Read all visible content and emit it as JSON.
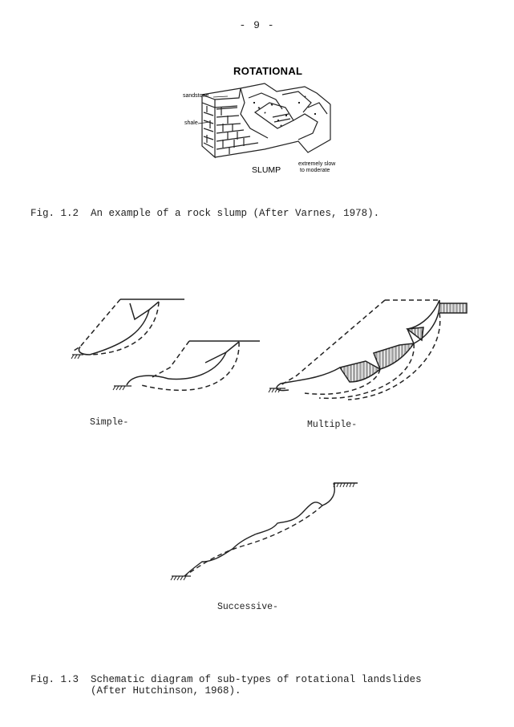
{
  "page_number": "- 9 -",
  "figure_1_2": {
    "title": "ROTATIONAL",
    "labels": {
      "sandstone": "sandstone",
      "shale": "shale",
      "slump": "SLUMP",
      "rate_line1": "extremely slow",
      "rate_line2": "to moderate"
    },
    "caption": "Fig. 1.2  An example of a rock slump (After Varnes, 1978)."
  },
  "figure_1_3": {
    "labels": {
      "simple": "Simple-",
      "multiple": "Multiple-",
      "successive": "Successive-"
    },
    "caption_line1": "Fig. 1.3  Schematic diagram of sub-types of rotational landslides",
    "caption_line2": "          (After Hutchinson, 1968)."
  }
}
